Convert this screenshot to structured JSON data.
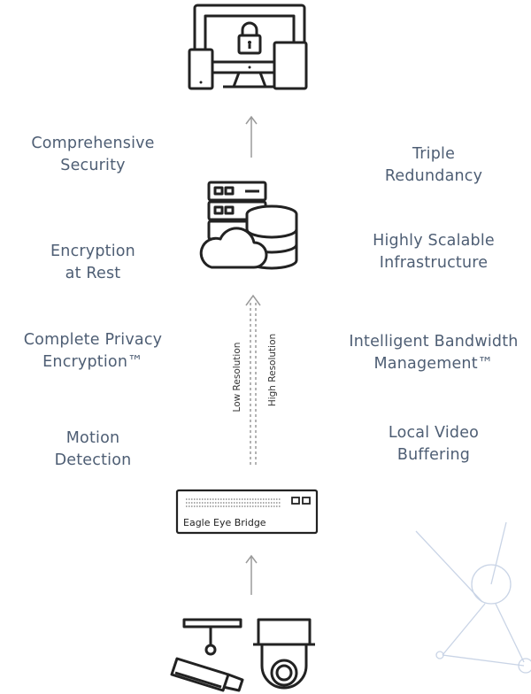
{
  "left_features": [
    "Comprehensive\nSecurity",
    "Encryption\nat Rest",
    "Complete Privacy\nEncryption™",
    "Motion\nDetection"
  ],
  "right_features": [
    "Triple\nRedundancy",
    "Highly Scalable\nInfrastructure",
    "Intelligent Bandwidth\nManagement™",
    "Local Video\nBuffering"
  ],
  "streams": {
    "low": "Low Resolution",
    "high": "High Resolution"
  },
  "bridge": {
    "label": "Eagle Eye Bridge"
  },
  "icons": {
    "top": "secure-devices-icon",
    "middle": "cloud-server-database-icon",
    "bottom": "security-cameras-icon"
  },
  "colors": {
    "text": "#4e5e74",
    "line": "#222222",
    "arrow": "#9a9a9a",
    "network": "#c9d4e6"
  }
}
